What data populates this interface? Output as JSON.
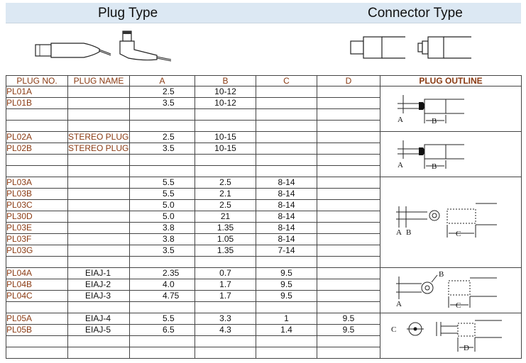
{
  "header": {
    "plug_title": "Plug Type",
    "connector_title": "Connector Type"
  },
  "icons": {
    "straight_plug": "straight-plug-icon",
    "angled_plug": "angled-plug-icon",
    "connector_long": "connector-long-icon",
    "connector_short": "connector-short-icon"
  },
  "table": {
    "headers": [
      "PLUG NO.",
      "PLUG NAME",
      "A",
      "B",
      "C",
      "D",
      "PLUG OUTLINE"
    ],
    "groups": [
      {
        "rows": [
          {
            "no": "PL01A",
            "name": "",
            "a": "2.5",
            "b": "10-12",
            "c": "",
            "d": ""
          },
          {
            "no": "PL01B",
            "name": "",
            "a": "3.5",
            "b": "10-12",
            "c": "",
            "d": ""
          },
          {
            "no": "",
            "name": "",
            "a": "",
            "b": "",
            "c": "",
            "d": ""
          },
          {
            "no": "",
            "name": "",
            "a": "",
            "b": "",
            "c": "",
            "d": ""
          }
        ],
        "outline": {
          "labels": [
            "A",
            "B"
          ]
        }
      },
      {
        "rows": [
          {
            "no": "PL02A",
            "name": "STEREO PLUG",
            "a": "2.5",
            "b": "10-15",
            "c": "",
            "d": ""
          },
          {
            "no": "PL02B",
            "name": "STEREO PLUG",
            "a": "3.5",
            "b": "10-15",
            "c": "",
            "d": ""
          },
          {
            "no": "",
            "name": "",
            "a": "",
            "b": "",
            "c": "",
            "d": ""
          },
          {
            "no": "",
            "name": "",
            "a": "",
            "b": "",
            "c": "",
            "d": ""
          }
        ],
        "outline": {
          "labels": [
            "A",
            "B"
          ]
        }
      },
      {
        "rows": [
          {
            "no": "PL03A",
            "name": "",
            "a": "5.5",
            "b": "2.5",
            "c": "8-14",
            "d": ""
          },
          {
            "no": "PL03B",
            "name": "",
            "a": "5.5",
            "b": "2.1",
            "c": "8-14",
            "d": ""
          },
          {
            "no": "PL03C",
            "name": "",
            "a": "5.0",
            "b": "2.5",
            "c": "8-14",
            "d": ""
          },
          {
            "no": "PL30D",
            "name": "",
            "a": "5.0",
            "b": "21",
            "c": "8-14",
            "d": ""
          },
          {
            "no": "PL03E",
            "name": "",
            "a": "3.8",
            "b": "1.35",
            "c": "8-14",
            "d": ""
          },
          {
            "no": "PL03F",
            "name": "",
            "a": "3.8",
            "b": "1.05",
            "c": "8-14",
            "d": ""
          },
          {
            "no": "PL03G",
            "name": "",
            "a": "3.5",
            "b": "1.35",
            "c": "7-14",
            "d": ""
          },
          {
            "no": "",
            "name": "",
            "a": "",
            "b": "",
            "c": "",
            "d": ""
          }
        ],
        "outline": {
          "labels": [
            "A",
            "B",
            "C"
          ]
        }
      },
      {
        "rows": [
          {
            "no": "PL04A",
            "name": "EIAJ-1",
            "a": "2.35",
            "b": "0.7",
            "c": "9.5",
            "d": ""
          },
          {
            "no": "PL04B",
            "name": "EIAJ-2",
            "a": "4.0",
            "b": "1.7",
            "c": "9.5",
            "d": ""
          },
          {
            "no": "PL04C",
            "name": "EIAJ-3",
            "a": "4.75",
            "b": "1.7",
            "c": "9.5",
            "d": ""
          },
          {
            "no": "",
            "name": "",
            "a": "",
            "b": "",
            "c": "",
            "d": ""
          }
        ],
        "outline": {
          "labels": [
            "B",
            "A",
            "C"
          ]
        }
      },
      {
        "rows": [
          {
            "no": "PL05A",
            "name": "EIAJ-4",
            "a": "5.5",
            "b": "3.3",
            "c": "1",
            "d": "9.5"
          },
          {
            "no": "PL05B",
            "name": "EIAJ-5",
            "a": "6.5",
            "b": "4.3",
            "c": "1.4",
            "d": "9.5"
          },
          {
            "no": "",
            "name": "",
            "a": "",
            "b": "",
            "c": "",
            "d": ""
          },
          {
            "no": "",
            "name": "",
            "a": "",
            "b": "",
            "c": "",
            "d": ""
          }
        ],
        "outline": {
          "labels": [
            "C",
            "D"
          ]
        }
      }
    ]
  }
}
